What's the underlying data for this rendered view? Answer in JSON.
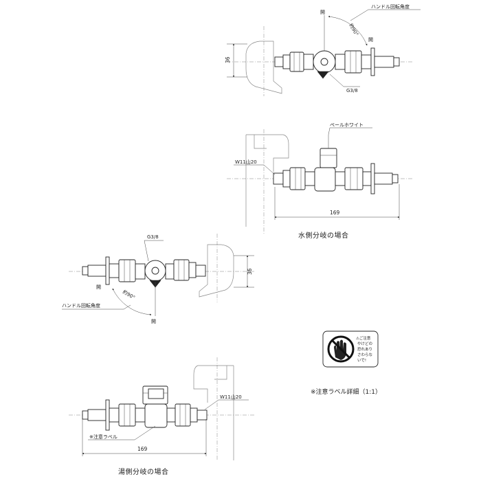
{
  "labels": {
    "open_1": "開",
    "open_2": "開",
    "open_3": "開",
    "handle_angle_1": "ハンドル回転角度",
    "handle_angle_2": "ハンドル回転角度",
    "angle_1": "約90°",
    "angle_2": "約90°",
    "thread_g38_1": "G3/8",
    "thread_g38_2": "G3/8",
    "pale_white": "ペールホワイト",
    "w11_1": "W11山20",
    "w11_2": "W11山20",
    "caution_label_ref": "※注意ラベル",
    "caution_detail": "※注意ラベル詳細（1:1）"
  },
  "dimensions": {
    "height_1": "36",
    "height_2": "36",
    "length_1": "169",
    "length_2": "169"
  },
  "captions": {
    "water_side": "水側分岐の場合",
    "hot_side": "湯側分岐の場合"
  },
  "caution_sticker": {
    "line1": "⚠ご注意",
    "line2": "やけどの",
    "line3": "恐れあり",
    "line4": "さわらな",
    "line5": "いで!"
  }
}
